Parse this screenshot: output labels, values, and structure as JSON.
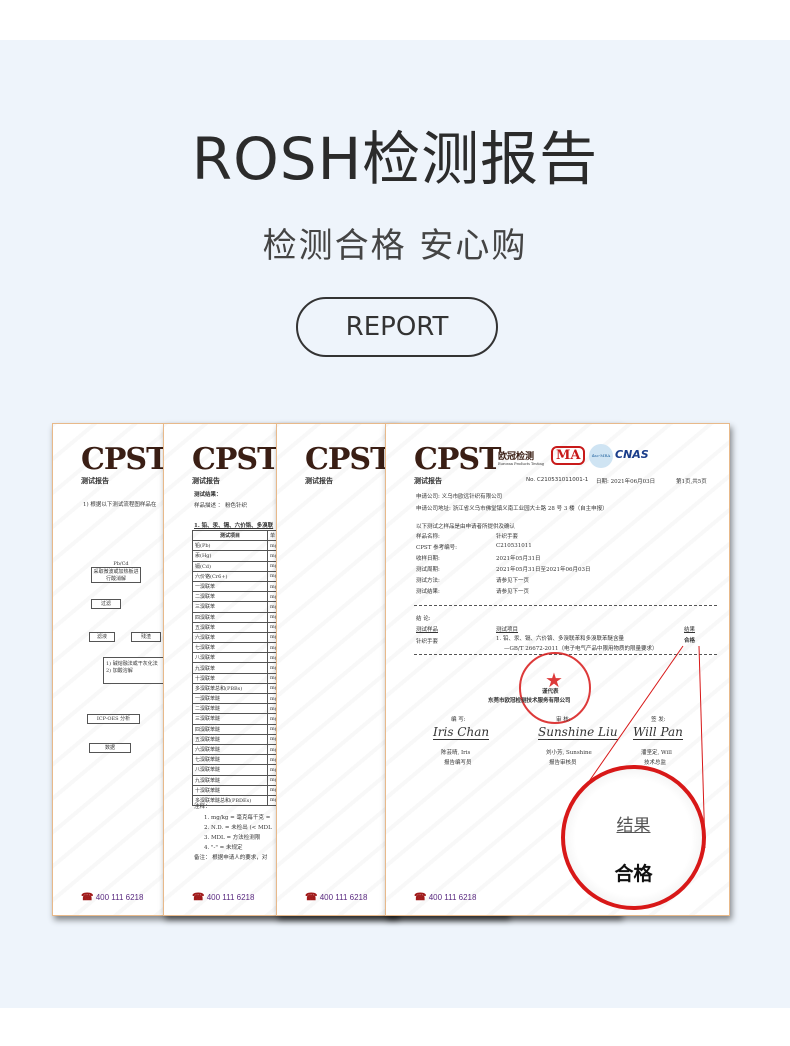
{
  "header": {
    "title": "ROSH检测报告",
    "subtitle": "检测合格 安心购",
    "button": "REPORT"
  },
  "colors": {
    "background": "#eef4fb",
    "stamp_red": "#d81818",
    "logo_brown": "#3a1e14"
  },
  "common": {
    "logo": "CPST",
    "report_title": "测试报告",
    "phone": "400 111 6218",
    "phone_icon": "telephone-icon"
  },
  "doc1": {
    "step": "1)  根据以下测试流程图样品在",
    "flow": [
      "Pb/Cd",
      "采取微波或加热板进行酸消解",
      "过滤",
      "滤液",
      "残渣",
      "1)  碱熔融法或干灰化法",
      "2)  加酸溶解",
      "ICP-OES 分析",
      "数据"
    ]
  },
  "doc2": {
    "results_label": "测试结果：",
    "sample_desc": "样品描述    ：  粉色针织",
    "table_caption": "1. 铅、汞、镉、六价铬、多溴联",
    "col_item": "测试项目",
    "col_unit": "单",
    "rows": [
      "铅(Pb)",
      "汞(Hg)",
      "镉(Cd)",
      "六价铬(Cr6+)",
      "一溴联苯",
      "二溴联苯",
      "三溴联苯",
      "四溴联苯",
      "五溴联苯",
      "六溴联苯",
      "七溴联苯",
      "八溴联苯",
      "九溴联苯",
      "十溴联苯",
      "多溴联苯总和(PBBs)",
      "一溴联苯醚",
      "二溴联苯醚",
      "三溴联苯醚",
      "四溴联苯醚",
      "五溴联苯醚",
      "六溴联苯醚",
      "七溴联苯醚",
      "八溴联苯醚",
      "九溴联苯醚",
      "十溴联苯醚",
      "多溴联苯醚总和(PBDEs)"
    ],
    "unit": "mg",
    "notes_label": "注释：",
    "notes": [
      "1.  mg/kg = 毫克每千克 =",
      "2.  N.D. = 未检出 (< MDL",
      "3.  MDL = 方法检测限",
      "4.  \"-\" = 未规定"
    ],
    "remark": "备注：  根据申请人的要求，对"
  },
  "doc4": {
    "brand_cn": "欧冠检测",
    "brand_en": "Euroean Products Testing",
    "ma": "MA",
    "ilac": "ilac-MRA",
    "cnas": "CNAS",
    "report_no": "No. C210531011001-1",
    "date": "日期: 2021年06月03日",
    "page": "第1页,共5页",
    "applicant": "申请公司:  义乌市欧远针织有限公司",
    "address": "申请公司地址:  浙江省义乌市佛堂镇义南工业园大士路 28 号 3 楼（自主申报）",
    "intro": "以下测试之样品是由申请者所提供及确认",
    "fields": [
      [
        "样品名称:",
        "针织手套"
      ],
      [
        "CPST  参考编号:",
        "C210531011"
      ],
      [
        "收样日期:",
        "2021年05月31日"
      ],
      [
        "测试周期:",
        "2021年05月31日至2021年06月03日"
      ],
      [
        "测试方法:",
        "请参见下一页"
      ],
      [
        "测试结果:",
        "请参见下一页"
      ]
    ],
    "conclusion": "结    论:",
    "col_sample": "测试样品",
    "col_item": "测试项目",
    "col_result": "结果",
    "sample": "针织手套",
    "item1": "1. 铅、汞、镉、六价铬、多溴联苯和多溴联苯醚含量",
    "item2": "—GB/T 26672-2011（电子电气产品中限用物质的限量要求）",
    "result": "合格",
    "stamp_for": "谨代表",
    "company": "东莞市欧冠检测技术服务有限公司",
    "signers": [
      {
        "role": "编    写:",
        "sig": "Iris Chan",
        "name": "陈芸晴, Iris",
        "title": "报告编写员"
      },
      {
        "role": "审    核:",
        "sig": "Sunshine Liu",
        "name": "刘小芳, Sunshine",
        "title": "报告审核员"
      },
      {
        "role": "签    发:",
        "sig": "Will Pan",
        "name": "潘坚定, Will",
        "title": "技术总监"
      }
    ]
  },
  "magnifier": {
    "label": "结果",
    "value": "合格"
  }
}
